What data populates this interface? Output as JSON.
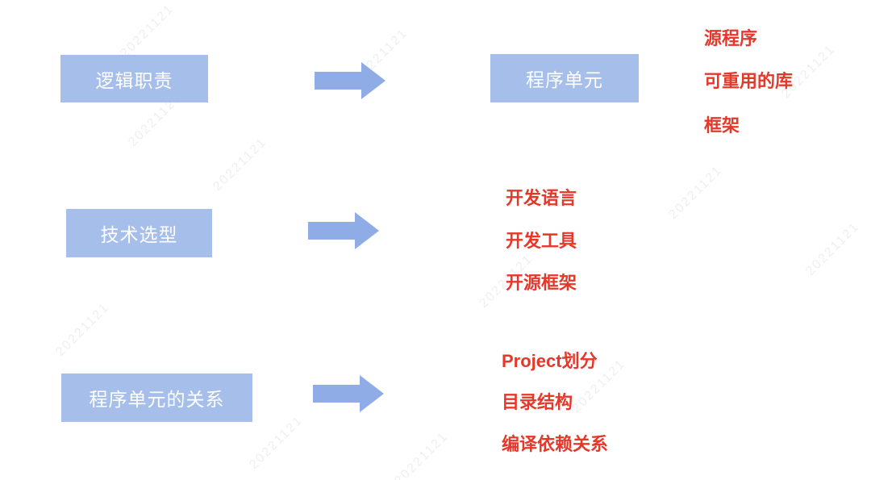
{
  "diagram": {
    "colors": {
      "box_fill": "#a6bfea",
      "box_text": "#ffffff",
      "arrow_fill": "#90ace7",
      "list_text": "#e5382b",
      "watermark": "#dfe3ea"
    },
    "watermark": {
      "token": "20221121"
    },
    "rows": [
      {
        "source": "逻辑职责",
        "target_box": "程序单元",
        "items": [
          "源程序",
          "可重用的库",
          "框架"
        ]
      },
      {
        "source": "技术选型",
        "items": [
          "开发语言",
          "开发工具",
          "开源框架"
        ]
      },
      {
        "source": "程序单元的关系",
        "items": [
          "Project划分",
          "目录结构",
          "编译依赖关系"
        ]
      }
    ]
  }
}
